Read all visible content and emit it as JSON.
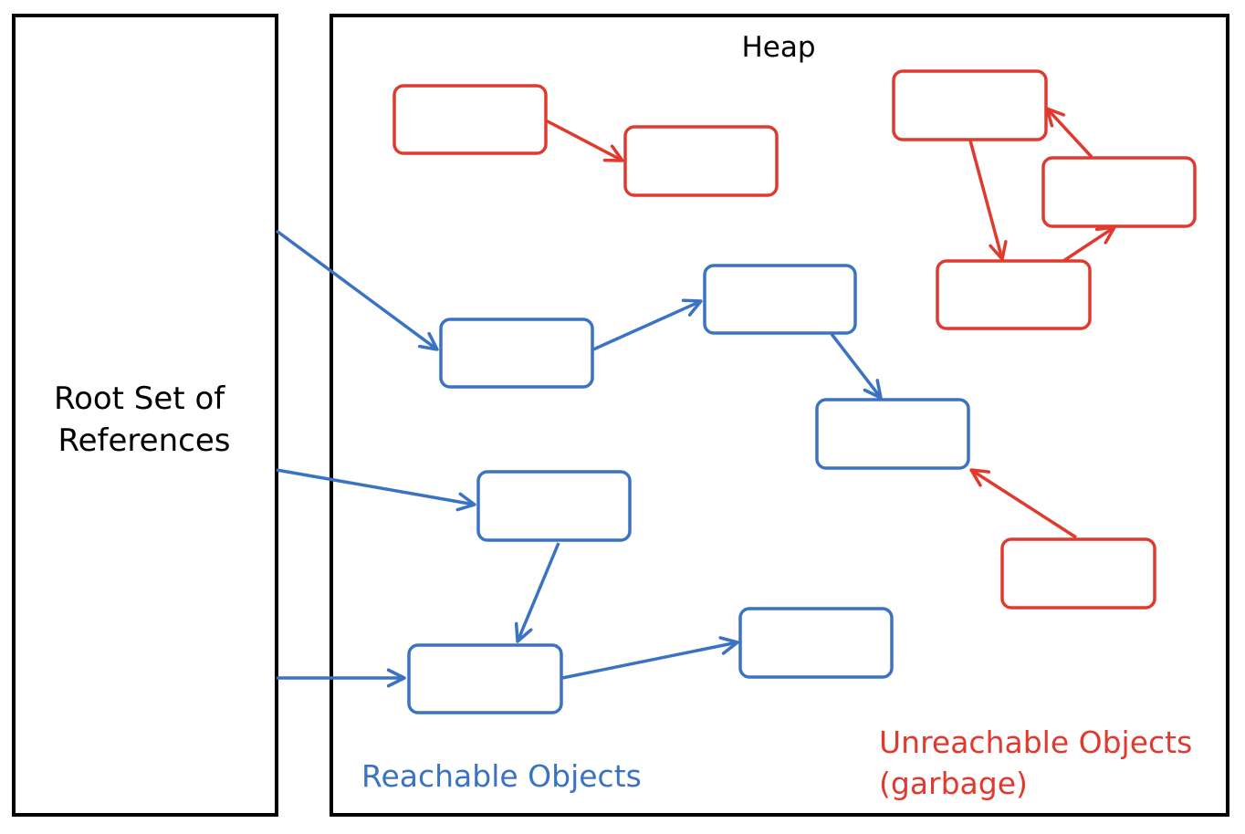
{
  "labels": {
    "root_set": [
      "Root Set of",
      "References"
    ],
    "heap": "Heap",
    "reachable": "Reachable Objects",
    "unreachable": [
      "Unreachable Objects",
      "(garbage)"
    ]
  },
  "colors": {
    "reachable": "#3a73c4",
    "unreachable": "#e03a2f",
    "frame": "#000000",
    "text": "#000000"
  }
}
